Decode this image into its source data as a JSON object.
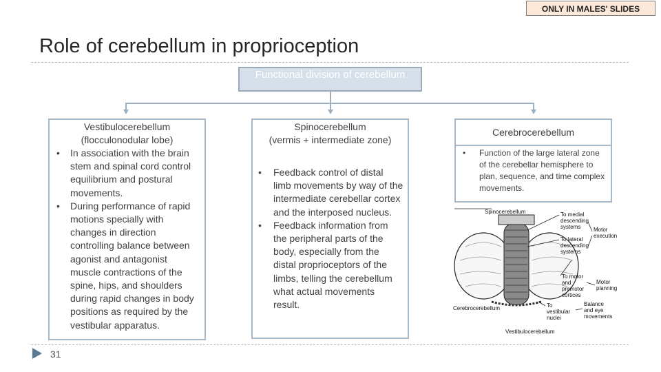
{
  "tag": "ONLY IN MALES' SLIDES",
  "title": "Role of cerebellum in proprioception",
  "top_box": "Functional division of cerebellum",
  "columns": [
    {
      "heading": [
        "Vestibulocerebellum",
        "(flocculonodular lobe)"
      ],
      "bullets": [
        "In association with the brain stem and spinal cord control equilibrium and postural movements.",
        "During performance of rapid motions specially with changes in direction controlling balance between agonist and antagonist muscle contractions of the spine, hips, and shoulders during rapid changes in body positions as required by the vestibular apparatus."
      ]
    },
    {
      "heading": [
        "Spinocerebellum",
        "(vermis + intermediate zone)"
      ],
      "bullets": [
        "Feedback control of distal limb movements by way of the intermediate cerebellar cortex and the interposed nucleus.",
        "Feedback information from the peripheral parts of the body, especially from the distal proprioceptors of the limbs, telling the cerebellum what actual movements result."
      ]
    },
    {
      "heading": [
        "Cerebrocerebellum"
      ],
      "bullets": [
        "Function of the large lateral zone of the cerebellar hemisphere to plan, sequence, and time complex movements."
      ]
    }
  ],
  "figure": {
    "spinocerebellum": "Spinocerebellum",
    "cerebrocerebellum": "Cerebrocerebellum",
    "vestibulocerebellum": "Vestibulocerebellum",
    "medial_1": "To medial",
    "medial_2": "descending",
    "medial_3": "systems",
    "lateral_1": "To lateral",
    "lateral_2": "descending",
    "lateral_3": "systems",
    "motor_exec_1": "Motor",
    "motor_exec_2": "execution",
    "premotor_1": "To motor",
    "premotor_2": "and",
    "premotor_3": "premotor",
    "premotor_4": "cortices",
    "motor_plan_1": "Motor",
    "motor_plan_2": "planning",
    "vestib_nuc_1": "To",
    "vestib_nuc_2": "vestibular",
    "vestib_nuc_3": "nuclei",
    "balance_1": "Balance",
    "balance_2": "and eye",
    "balance_3": "movements"
  },
  "page_number": "31"
}
